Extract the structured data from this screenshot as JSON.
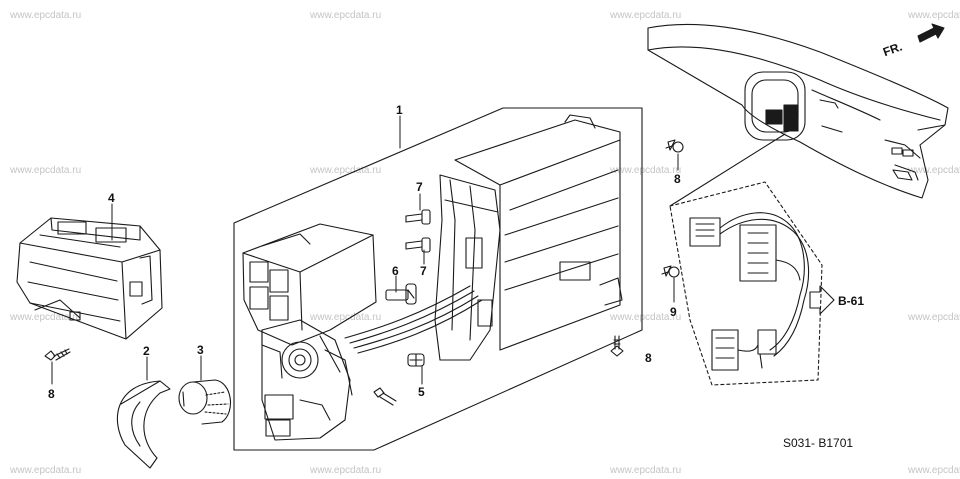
{
  "watermark_text": "www.epcdata.ru",
  "callouts": {
    "c1": "1",
    "c2": "2",
    "c3": "3",
    "c4": "4",
    "c5": "5",
    "c6": "6",
    "c7a": "7",
    "c7b": "7",
    "c8_left": "8",
    "c8_mid": "8",
    "c8_top": "8",
    "c9": "9"
  },
  "direction_label": "FR.",
  "reference_label": "B-61",
  "diagram_code": "S031- B1701"
}
